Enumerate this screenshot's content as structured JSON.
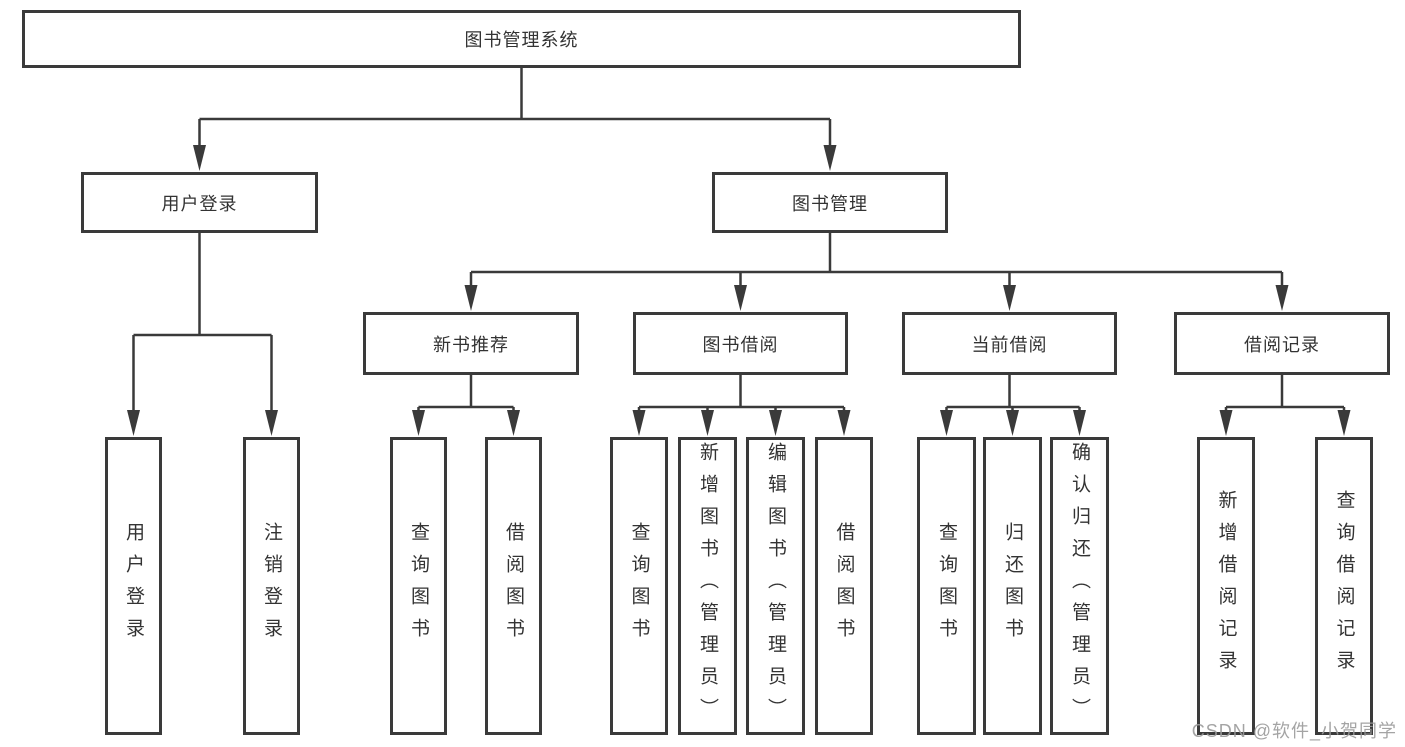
{
  "tree": {
    "root": {
      "label": "图书管理系统"
    },
    "branches": [
      {
        "label": "用户登录",
        "children": [
          {
            "label": "用户登录"
          },
          {
            "label": "注销登录"
          }
        ]
      },
      {
        "label": "图书管理",
        "children": [
          {
            "label": "新书推荐",
            "children": [
              {
                "label": "查询图书"
              },
              {
                "label": "借阅图书"
              }
            ]
          },
          {
            "label": "图书借阅",
            "children": [
              {
                "label": "查询图书"
              },
              {
                "label": "新增图书（管理员）"
              },
              {
                "label": "编辑图书（管理员）"
              },
              {
                "label": "借阅图书"
              }
            ]
          },
          {
            "label": "当前借阅",
            "children": [
              {
                "label": "查询图书"
              },
              {
                "label": "归还图书"
              },
              {
                "label": "确认归还（管理员）"
              }
            ]
          },
          {
            "label": "借阅记录",
            "children": [
              {
                "label": "新增借阅记录"
              },
              {
                "label": "查询借阅记录"
              }
            ]
          }
        ]
      }
    ]
  },
  "watermark": {
    "text": "CSDN @软件_小贺同学"
  },
  "colors": {
    "line": "#3a3a3a",
    "box_border": "#3a3a3a",
    "text": "#333333",
    "watermark": "#9b9b9b",
    "background": "#ffffff"
  }
}
